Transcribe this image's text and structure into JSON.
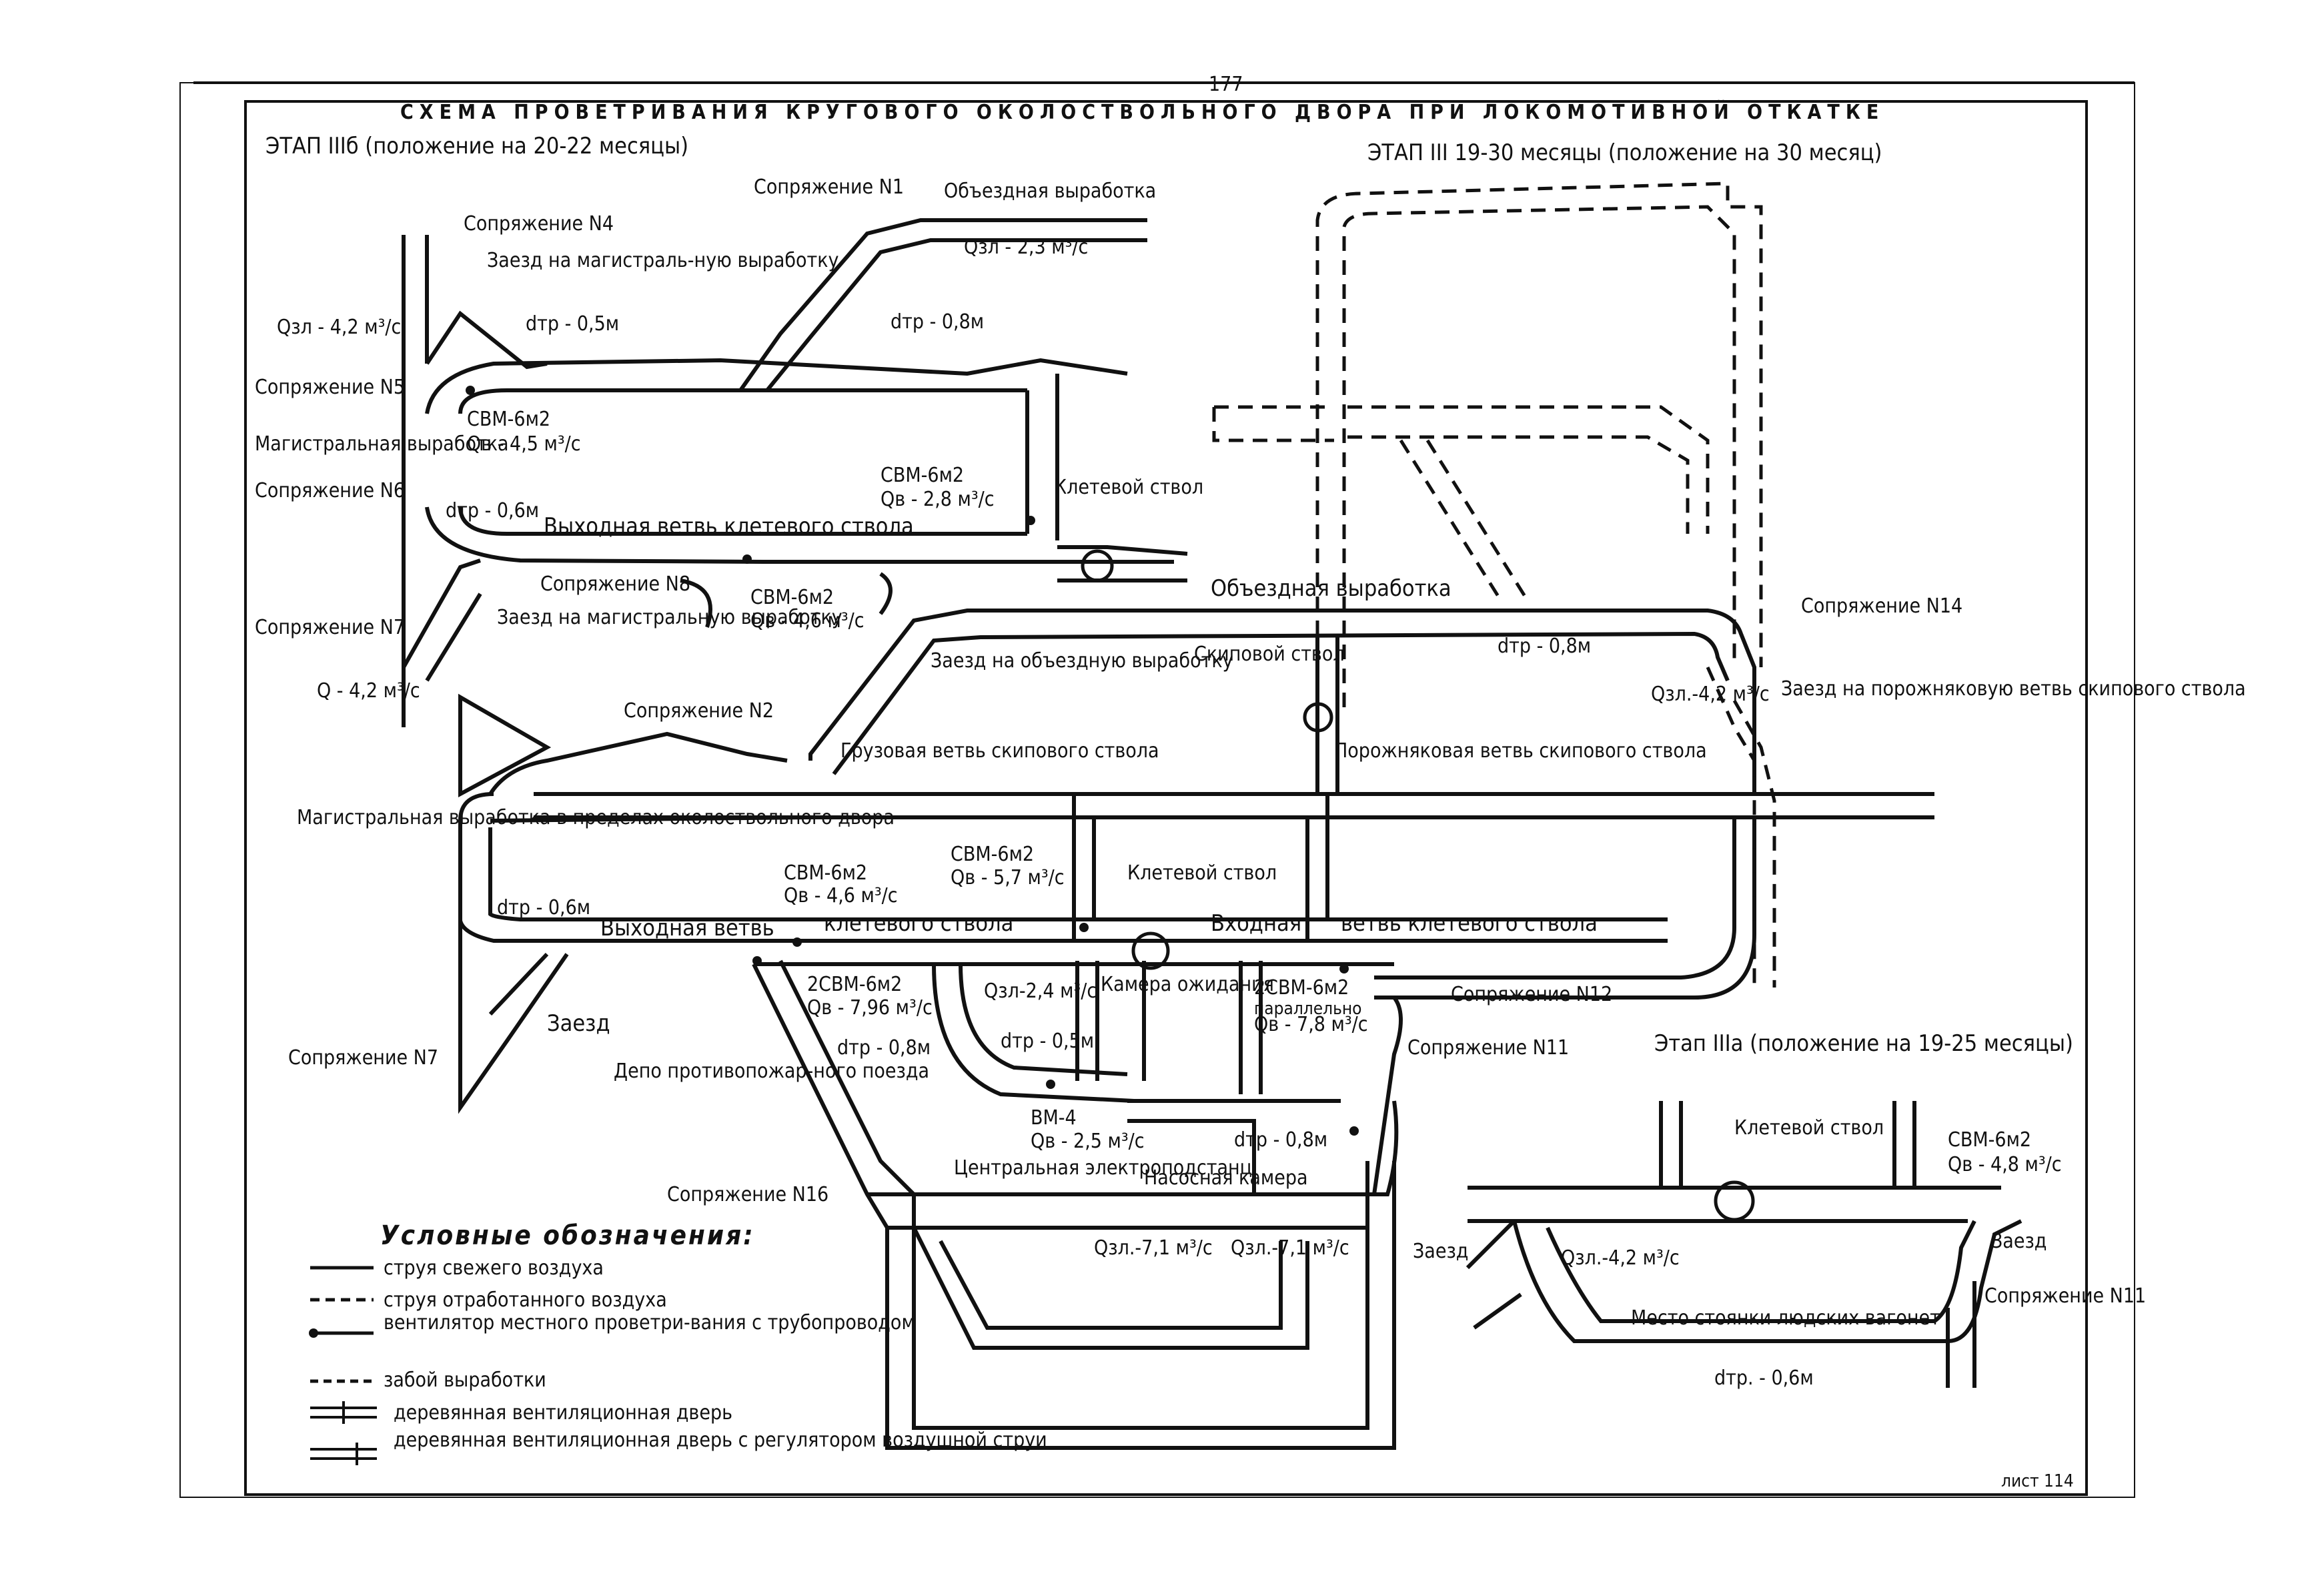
{
  "page_number": "177",
  "title": "СХЕМА ПРОВЕТРИВАНИЯ КРУГОВОГО ОКОЛОСТВОЛЬНОГО ДВОРА ПРИ ЛОКОМОТИВНОЙ ОТКАТКЕ",
  "stage_iiib": "ЭТАП IIIб (положение на 20-22 месяцы)",
  "stage_iii": "ЭТАП III 19-30 месяцы (положение на 30 месяц)",
  "stage_iiia": "Этап IIIа (положение на 19-25 месяцы)",
  "sheet_label": "лист 114",
  "labels": {
    "s1": "Сопряжение N1",
    "s2": "Сопряжение N2",
    "s4": "Сопряжение N4",
    "s5": "Сопряжение N5",
    "s6": "Сопряжение N6",
    "s7": "Сопряжение N7",
    "s7b": "Сопряжение N7",
    "s8": "Сопряжение N8",
    "s11": "Сопряжение N11",
    "s11b": "Сопряжение N11",
    "s12": "Сопряжение N12",
    "s14": "Сопряжение N14",
    "s16": "Сопряжение N16",
    "obezd1": "Объездная выработка",
    "obezd2": "Объездная выработка",
    "zaezd_mag1": "Заезд на магистраль-ную выработку",
    "zaezd_mag2": "Заезд на магистральную выработку",
    "zaezd_obezd": "Заезд на объездную выработку",
    "zaezd_porozh": "Заезд на порожняковую ветвь скипового ствола",
    "zaezd_bottom": "Заезд",
    "zaezd_a1": "Заезд",
    "zaezd_a2": "Заезд",
    "mag_vyr": "Магистральная выработка",
    "mag_vyr2": "Магистральная выработка в пределах околоствольного двора",
    "vyhod_vetv": "Выходная ветвь клетевого ствола",
    "vyhod_vetv2a": "Выходная ветвь",
    "vyhod_vetv2b": "клетевого ствола",
    "vhod_a": "Входная",
    "vhod_b": "ветвь клетевого ствола",
    "gruz_vetv": "Грузовая ветвь скипового ствола",
    "porozh_vetv": "Порожняковая ветвь скипового ствола",
    "kletevoy1": "Клетевой ствол",
    "kletevoy2": "Клетевой ствол",
    "kletevoy3": "Клетевой ствол",
    "skipovoy": "Скиповой ствол",
    "kamera_ozh": "Камера ожидания",
    "depo": "Депо противопожар-ного поезда",
    "centr_podst": "Центральная электроподстанц",
    "nasos": "Насосная камера",
    "mesto_stoyanki": "Место стоянки людских вагонет",
    "q_zl_42": "Qзл - 4,2 м³/с",
    "q_zl_23": "Qзл - 2,3 м³/с",
    "q_42b": "Q - 4,2 м³/с",
    "q_zl_42c": "Qзл.-4,2 м³/с",
    "q_zl_24": "Qзл-2,4 м³/с",
    "q_zl_71a": "Qзл.-7,1 м³/с",
    "q_zl_71b": "Qзл.-7,1 м³/с",
    "q_zl_42d": "Qзл.-4,2 м³/с",
    "dtr_05": "dтр - 0,5м",
    "dtr_08a": "dтр - 0,8м",
    "dtr_06a": "dтр - 0,6м",
    "dtr_08b": "dтр - 0,8м",
    "dtr_06b": "dтр - 0,6м",
    "dtr_08c": "dтр - 0,8м",
    "dtr_05b": "dтр - 0,5м",
    "dtr_08d": "dтр - 0,8м",
    "dtr_06c": "dтр. - 0,6м",
    "svm1": "СВМ-6м2",
    "svm1q": "Qв - 4,5 м³/с",
    "svm2": "СВМ-6м2",
    "svm2q": "Qв - 2,8 м³/с",
    "svm3": "СВМ-6м2",
    "svm3q": "Qв - 4,6 м³/с",
    "svm4": "СВМ-6м2",
    "svm4q": "Qв - 4,6 м³/с",
    "svm5": "СВМ-6м2",
    "svm5q": "Qв - 5,7 м³/с",
    "svm6": "2СВМ-6м2",
    "svm6q": "Qв - 7,96 м³/с",
    "svm7": "2СВМ-6м2",
    "svm7p": "параллельно",
    "svm7q": "Qв - 7,8 м³/с",
    "vm4": "ВМ-4",
    "vm4q": "Qв - 2,5 м³/с",
    "svm8": "СВМ-6м2",
    "svm8q": "Qв - 4,8 м³/с"
  },
  "legend": {
    "heading": "Условные обозначения:",
    "items": [
      "струя свежего воздуха",
      "струя отработанного воздуха",
      "вентилятор местного проветри-вания с трубопроводом",
      "забой выработки",
      "деревянная вентиляционная дверь",
      "деревянная вентиляционная дверь с регулятором воздушной струи"
    ]
  }
}
